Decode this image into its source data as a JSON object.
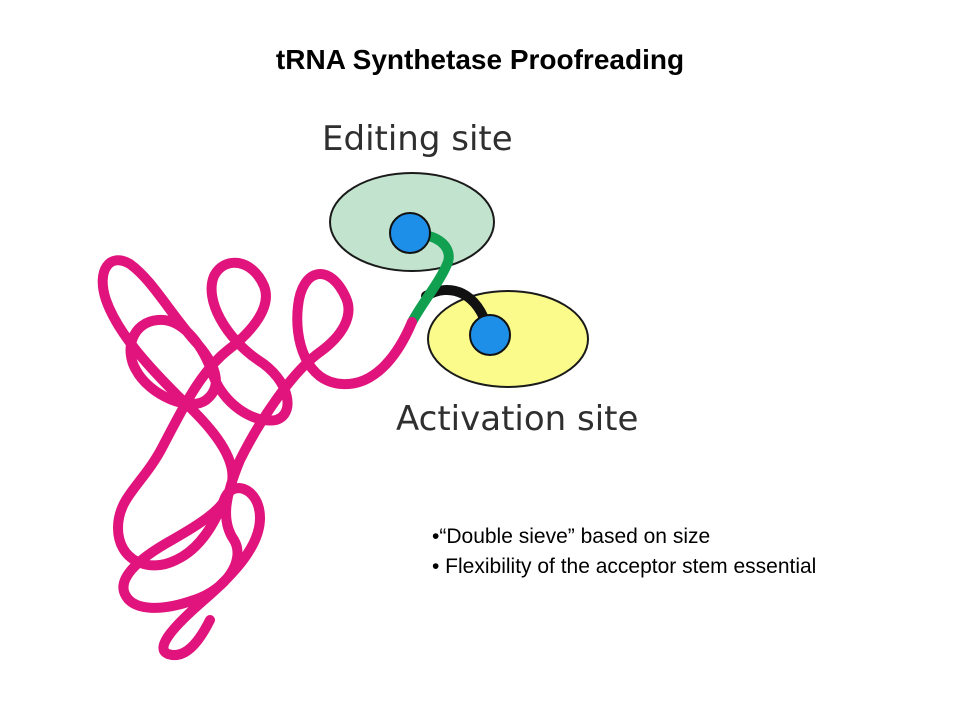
{
  "title": "tRNA Synthetase Proofreading",
  "labels": {
    "editing_site": "Editing site",
    "activation_site": "Activation site"
  },
  "colors": {
    "tRNA_strand": "#e0147c",
    "editing_site_fill": "#c2e4cf",
    "activation_site_fill": "#fbfb8c",
    "aminoacid_ball": "#1e8fe8",
    "flexible_arm": "#10a050",
    "linker": "#111111"
  },
  "bullets": [
    "•“Double sieve” based on size",
    "• Flexibility of the acceptor stem essential"
  ]
}
